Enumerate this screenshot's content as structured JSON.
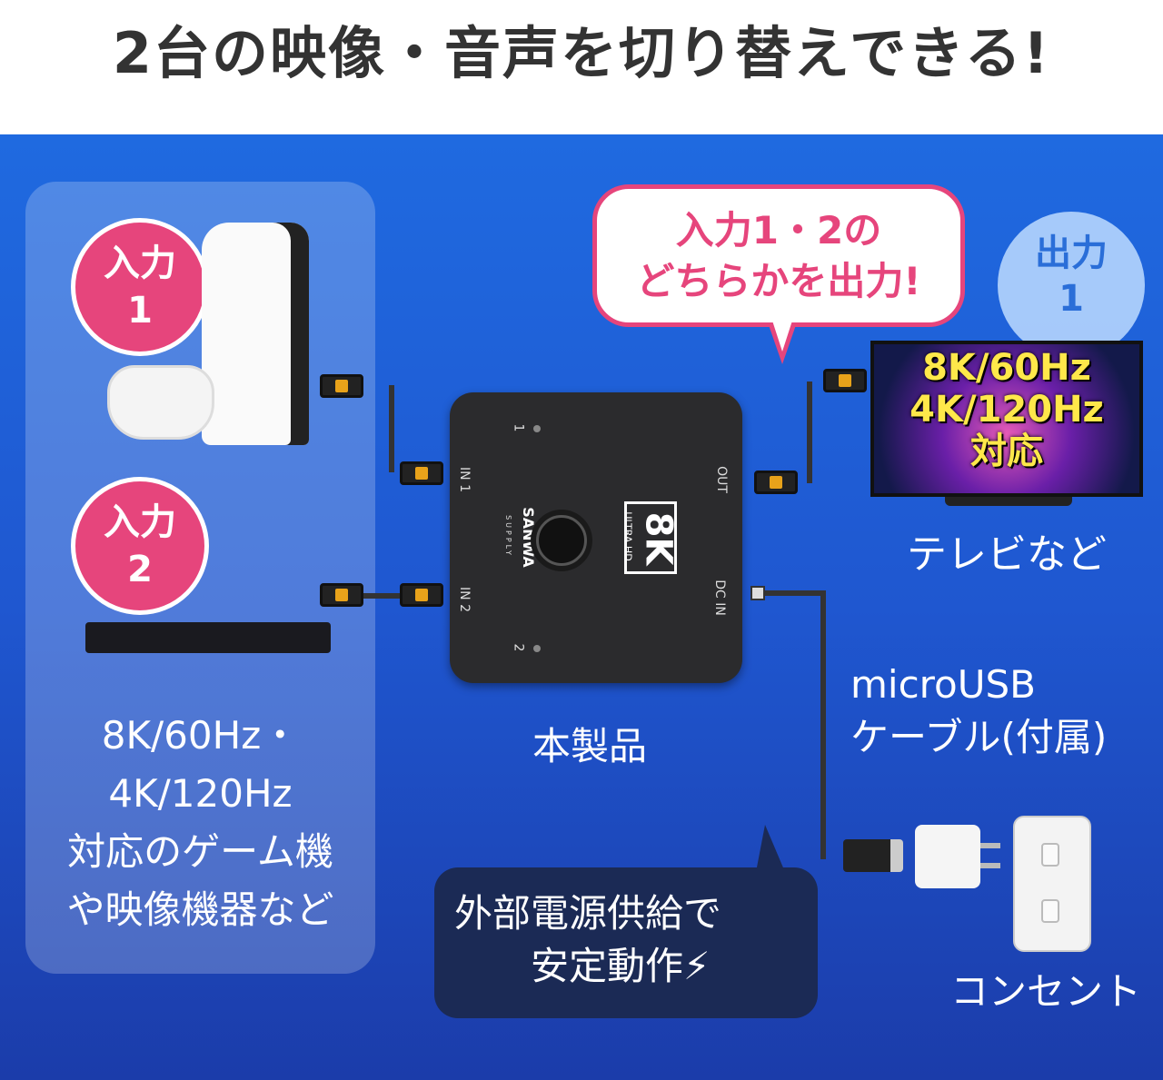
{
  "title": "2台の映像・音声を切り替えできる!",
  "inputs": [
    {
      "badge_line1": "入力",
      "badge_line2": "1"
    },
    {
      "badge_line1": "入力",
      "badge_line2": "2"
    }
  ],
  "left_text": [
    "8K/60Hz・",
    "4K/120Hz",
    "対応のゲーム機",
    "や映像機器など"
  ],
  "bubble": {
    "line1": "入力1・2の",
    "line2": "どちらかを出力!"
  },
  "output": {
    "badge_line1": "出力",
    "badge_line2": "1",
    "tv_lines": [
      "8K/60Hz",
      "4K/120Hz",
      "対応"
    ],
    "caption": "テレビなど"
  },
  "device": {
    "caption": "本製品",
    "labels": {
      "in1": "IN 1",
      "in2": "IN 2",
      "out": "OUT",
      "dcin": "DC IN",
      "led1": "1",
      "led2": "2",
      "brand": "SANWA",
      "brand_sub": "SUPPLY",
      "badge_main": "8K",
      "badge_sub": "ULTRA HD"
    }
  },
  "cable_caption": [
    "microUSB",
    "ケーブル(付属)"
  ],
  "power_bubble": {
    "line1": "外部電源供給で",
    "line2": "安定動作⚡"
  },
  "outlet_caption": "コンセント",
  "colors": {
    "accent_pink": "#e6457c",
    "background_blue": "#1f5fd6",
    "dark_navy": "#1b2a55"
  }
}
